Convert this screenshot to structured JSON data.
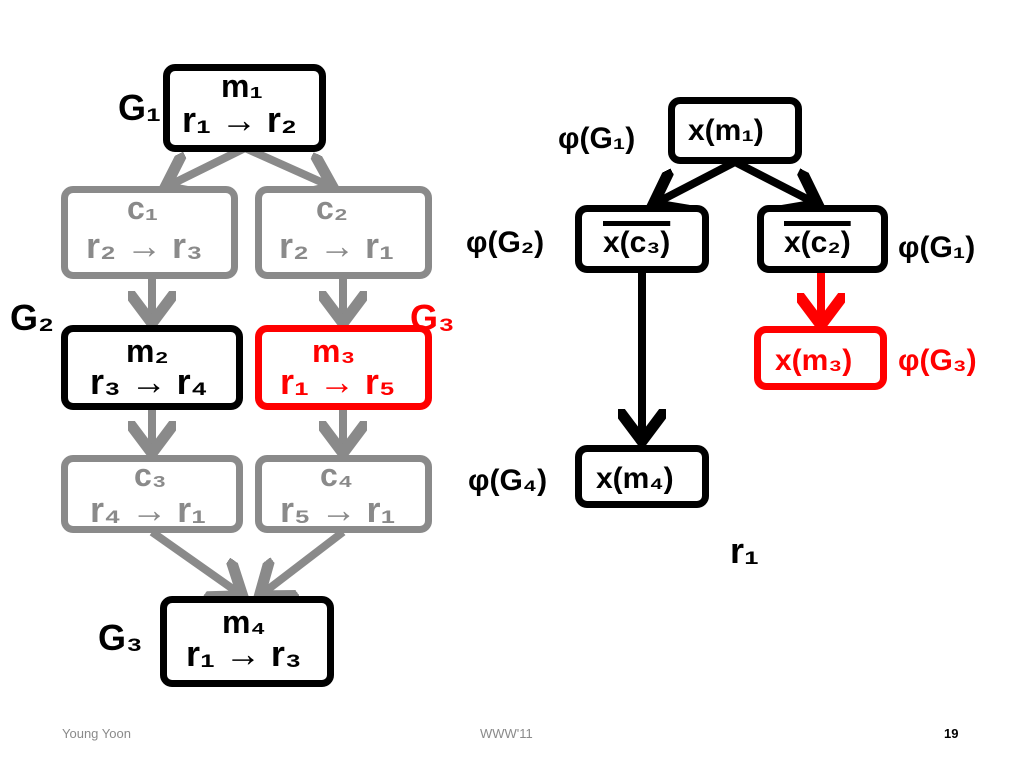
{
  "left": {
    "g1_label": "G₁",
    "g2_label": "G₂",
    "g3_label_red": "G₃",
    "g3_label_bottom": "G₃",
    "m1": {
      "title": "m₁",
      "rule": "r₁ → r₂"
    },
    "c1": {
      "title": "c₁",
      "rule": "r₂ → r₃"
    },
    "c2": {
      "title": "c₂",
      "rule": "r₂ → r₁"
    },
    "m2": {
      "title": "m₂",
      "rule": "r₃ → r₄"
    },
    "m3": {
      "title": "m₃",
      "rule": "r₁ → r₅"
    },
    "c3": {
      "title": "c₃",
      "rule": "r₄ → r₁"
    },
    "c4": {
      "title": "c₄",
      "rule": "r₅ → r₁"
    },
    "m4": {
      "title": "m₄",
      "rule": "r₁ → r₃"
    }
  },
  "right": {
    "phi_g1_top": "φ(G₁)",
    "x_m1": "x(m₁)",
    "phi_g2": "φ(G₂)",
    "xbar_c3": "x(c₃)",
    "xbar_c2": "x(c₂)",
    "phi_g1_right": "φ(G₁)",
    "x_m3": "x(m₃)",
    "phi_g3": "φ(G₃)",
    "phi_g4": "φ(G₄)",
    "x_m4": "x(m₄)",
    "r1": "r₁"
  },
  "footer": {
    "author": "Young Yoon",
    "venue": "WWW'11",
    "page": "19"
  },
  "colors": {
    "black": "#000000",
    "gray": "#8a8a8a",
    "red": "#ff0000"
  }
}
